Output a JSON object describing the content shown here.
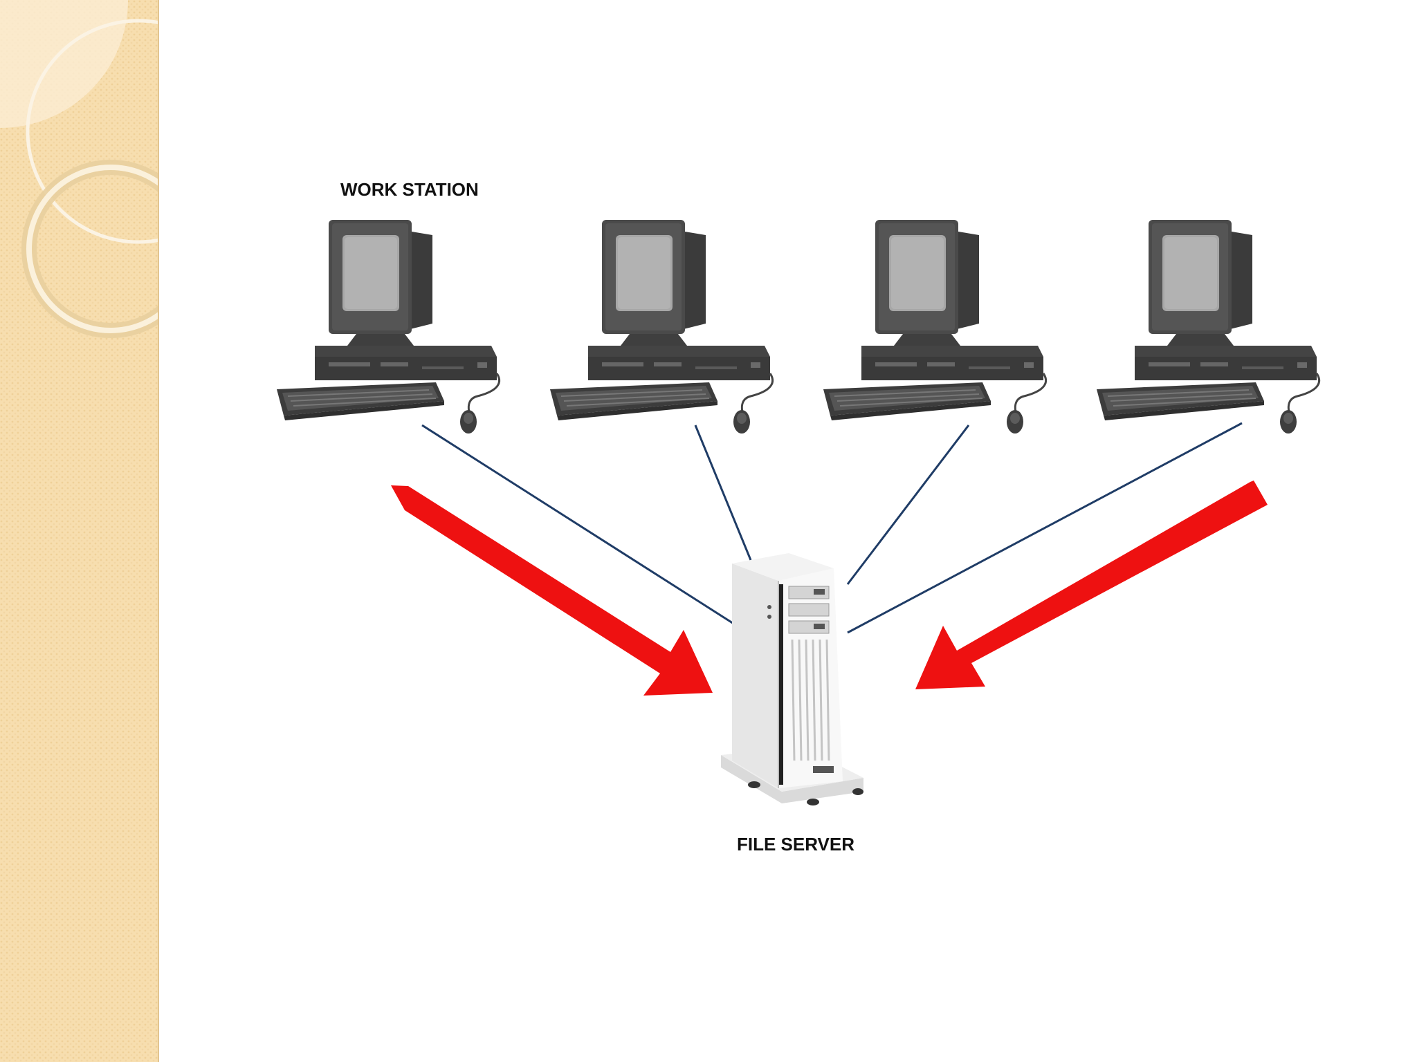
{
  "diagram": {
    "workstation_label": "WORK STATION",
    "fileserver_label": "FILE SERVER",
    "workstation_count": 4
  },
  "colors": {
    "side_strip": "#f6deb0",
    "link_line": "#1f3c66",
    "arrow": "#ee1111",
    "monitor": "#4a4a4a",
    "screen": "#a7a7a7",
    "server": "#f4f4f4"
  }
}
